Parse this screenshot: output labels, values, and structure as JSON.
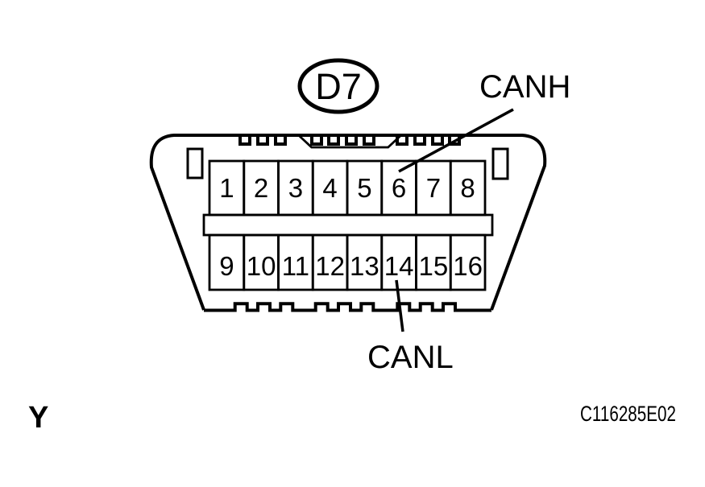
{
  "figure": {
    "background_color": "#ffffff",
    "line_color": "#000000",
    "connector_label": "D7",
    "annotations": {
      "canh": "CANH",
      "canl": "CANL"
    },
    "pin_labels_top": [
      "1",
      "2",
      "3",
      "4",
      "5",
      "6",
      "7",
      "8"
    ],
    "pin_labels_bottom": [
      "9",
      "10",
      "11",
      "12",
      "13",
      "14",
      "15",
      "16"
    ],
    "canh_pin": "6",
    "canl_pin": "14",
    "page_marker": "Y",
    "figure_code": "C116285E02"
  }
}
